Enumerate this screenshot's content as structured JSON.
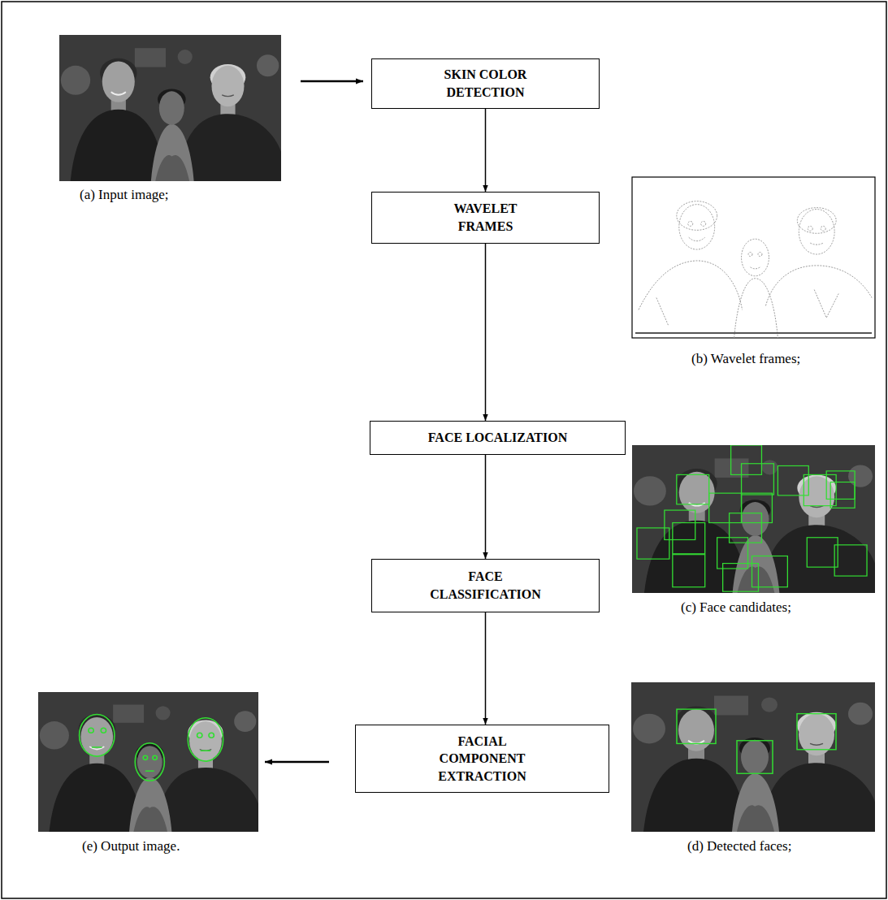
{
  "diagram": {
    "nodes": [
      {
        "text": [
          "SKIN COLOR DETECTION"
        ]
      },
      {
        "text": [
          "WAVELET FRAMES"
        ]
      },
      {
        "text": [
          "FACE LOCALIZATION"
        ]
      },
      {
        "text": [
          "FACE CLASSIFICATION"
        ]
      },
      {
        "text": [
          "FACIAL COMPONENT EXTRACTION"
        ]
      }
    ],
    "edges": [
      {
        "from": 0,
        "to": 1,
        "arrow": "to"
      },
      {
        "from": 1,
        "to": 2,
        "arrow": "to"
      },
      {
        "from": 2,
        "to": 3,
        "arrow": "to"
      },
      {
        "from": 3,
        "to": 4,
        "arrow": "to"
      }
    ],
    "labels": [
      "(a) Input image;",
      "(b) Wavelet frames;",
      "(c) Face candidates;",
      "(d) Detected faces;",
      "(e) Output image."
    ]
  }
}
